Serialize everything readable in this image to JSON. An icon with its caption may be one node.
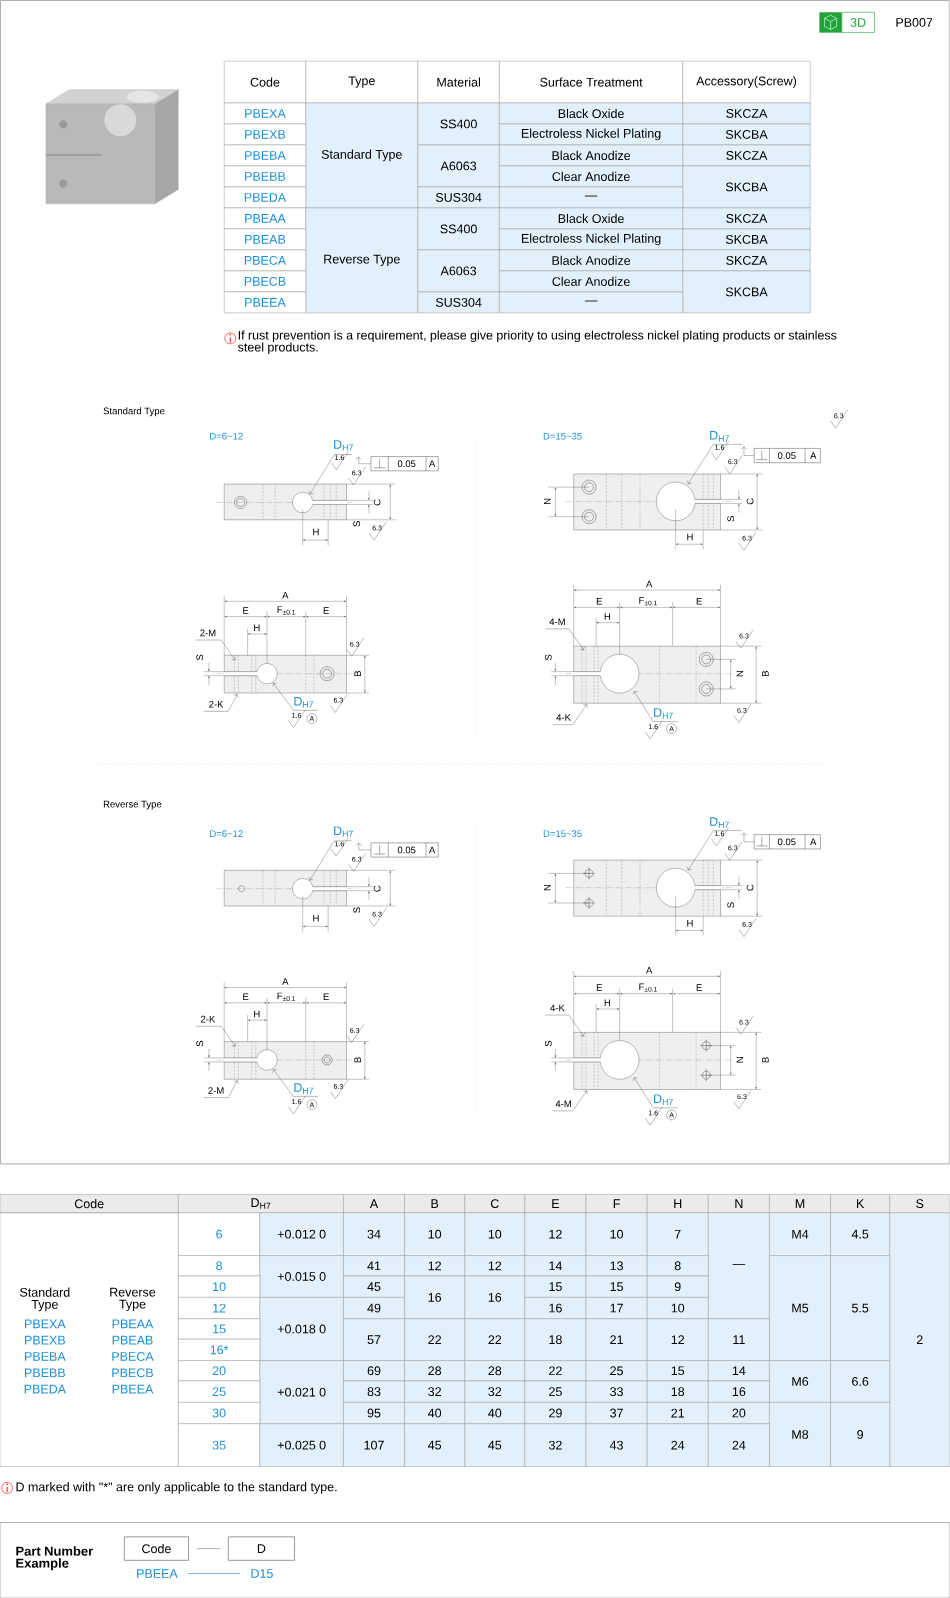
{
  "diagram": {
    "nodes": [
      {
        "text": [
          "Code"
        ]
      },
      {
        "text": [
          "D"
        ]
      },
      {
        "text": [
          "PBEEA"
        ]
      },
      {
        "text": [
          "D15"
        ]
      }
    ],
    "edges": [
      {
        "from": 0,
        "to": 1,
        "arrow": "none"
      },
      {
        "from": 2,
        "to": 3,
        "arrow": "none",
        "color": "#1a8fd6"
      }
    ],
    "labels": [
      "3D",
      "PB007",
      "Code",
      "Type",
      "Material",
      "Surface Treatment",
      "Accessory(Screw)",
      "PBEXA",
      "Standard Type",
      "SS400",
      "Black Oxide",
      "SKCZA",
      "PBEXB",
      "Electroless Nickel Plating",
      "SKCBA",
      "PBEBA",
      "A6063",
      "Black Anodize",
      "SKCZA",
      "PBEBB",
      "Clear Anodize",
      "SKCBA",
      "PBEDA",
      "SUS304",
      "—",
      "PBEAA",
      "Reverse Type",
      "SS400",
      "Black Oxide",
      "SKCZA",
      "PBEAB",
      "Electroless Nickel Plating",
      "SKCBA",
      "PBECA",
      "A6063",
      "Black Anodize",
      "SKCZA",
      "PBECB",
      "Clear Anodize",
      "SKCBA",
      "PBEEA",
      "SUS304",
      "—",
      "If rust prevention is a requirement, please give priority to using electroless nickel plating products or stainless steel products.",
      "Standard Type",
      "6.3",
      "D=6~12",
      "D=15~35",
      "D$_{H7}$",
      "1.6",
      "0.05",
      "A",
      "6.3",
      "C",
      "S",
      "6.3",
      "H",
      "D$_{H7}$",
      "1.6",
      "0.05",
      "A",
      "6.3",
      "N",
      "C",
      "S",
      "6.3",
      "H",
      "A",
      "E",
      "F$_{±0.1}$",
      "E",
      "2-M",
      "H",
      "S",
      "6.3",
      "B",
      "2-K",
      "D$_{H7}$",
      "1.6",
      "A",
      "6.3",
      "A",
      "E",
      "F$_{±0.1}$",
      "E",
      "4-M",
      "H",
      "S",
      "6.3",
      "N",
      "B",
      "4-K",
      "D$_{H7}$",
      "1.6",
      "A",
      "6.3",
      "Reverse Type",
      "D=6~12",
      "D=15~35",
      "D$_{H7}$",
      "1.6",
      "0.05",
      "A",
      "6.3",
      "C",
      "S",
      "6.3",
      "H",
      "D$_{H7}$",
      "1.6",
      "0.05",
      "A",
      "6.3",
      "N",
      "C",
      "S",
      "6.3",
      "H",
      "A",
      "E",
      "F$_{±0.1}$",
      "E",
      "2-K",
      "H",
      "S",
      "6.3",
      "B",
      "2-M",
      "D$_{H7}$",
      "1.6",
      "A",
      "6.3",
      "A",
      "E",
      "F$_{±0.1}$",
      "E",
      "4-K",
      "H",
      "S",
      "6.3",
      "N",
      "B",
      "4-M",
      "D$_{H7}$",
      "1.6",
      "A",
      "6.3",
      "Code",
      "D$_{H7}$",
      "A",
      "B",
      "C",
      "E",
      "F",
      "H",
      "N",
      "M",
      "K",
      "S",
      "Standard Type",
      "PBEXA",
      "PBEXB",
      "PBEBA",
      "PBEBB",
      "PBEDA",
      "Reverse Type",
      "PBEAA",
      "PBEAB",
      "PBECA",
      "PBECB",
      "PBEEA",
      "6",
      "+0.012 0",
      "34",
      "10",
      "10",
      "12",
      "10",
      "7",
      "—",
      "M4",
      "4.5",
      "2",
      "8",
      "+0.015 0",
      "41",
      "12",
      "12",
      "14",
      "13",
      "8",
      "M5",
      "5.5",
      "10",
      "45",
      "16",
      "16",
      "15",
      "15",
      "9",
      "12",
      "+0.018 0",
      "49",
      "16",
      "17",
      "10",
      "15",
      "57",
      "22",
      "22",
      "18",
      "21",
      "12",
      "11",
      "16*",
      "20",
      "+0.021 0",
      "69",
      "28",
      "28",
      "22",
      "25",
      "15",
      "14",
      "M6",
      "6.6",
      "25",
      "83",
      "32",
      "32",
      "25",
      "33",
      "18",
      "16",
      "30",
      "95",
      "40",
      "40",
      "29",
      "37",
      "21",
      "20",
      "M8",
      "9",
      "35",
      "+0.025 0",
      "107",
      "45",
      "45",
      "32",
      "43",
      "24",
      "24",
      "D marked with \"*\" are only applicable to the standard type.",
      "Part Number Example"
    ]
  }
}
